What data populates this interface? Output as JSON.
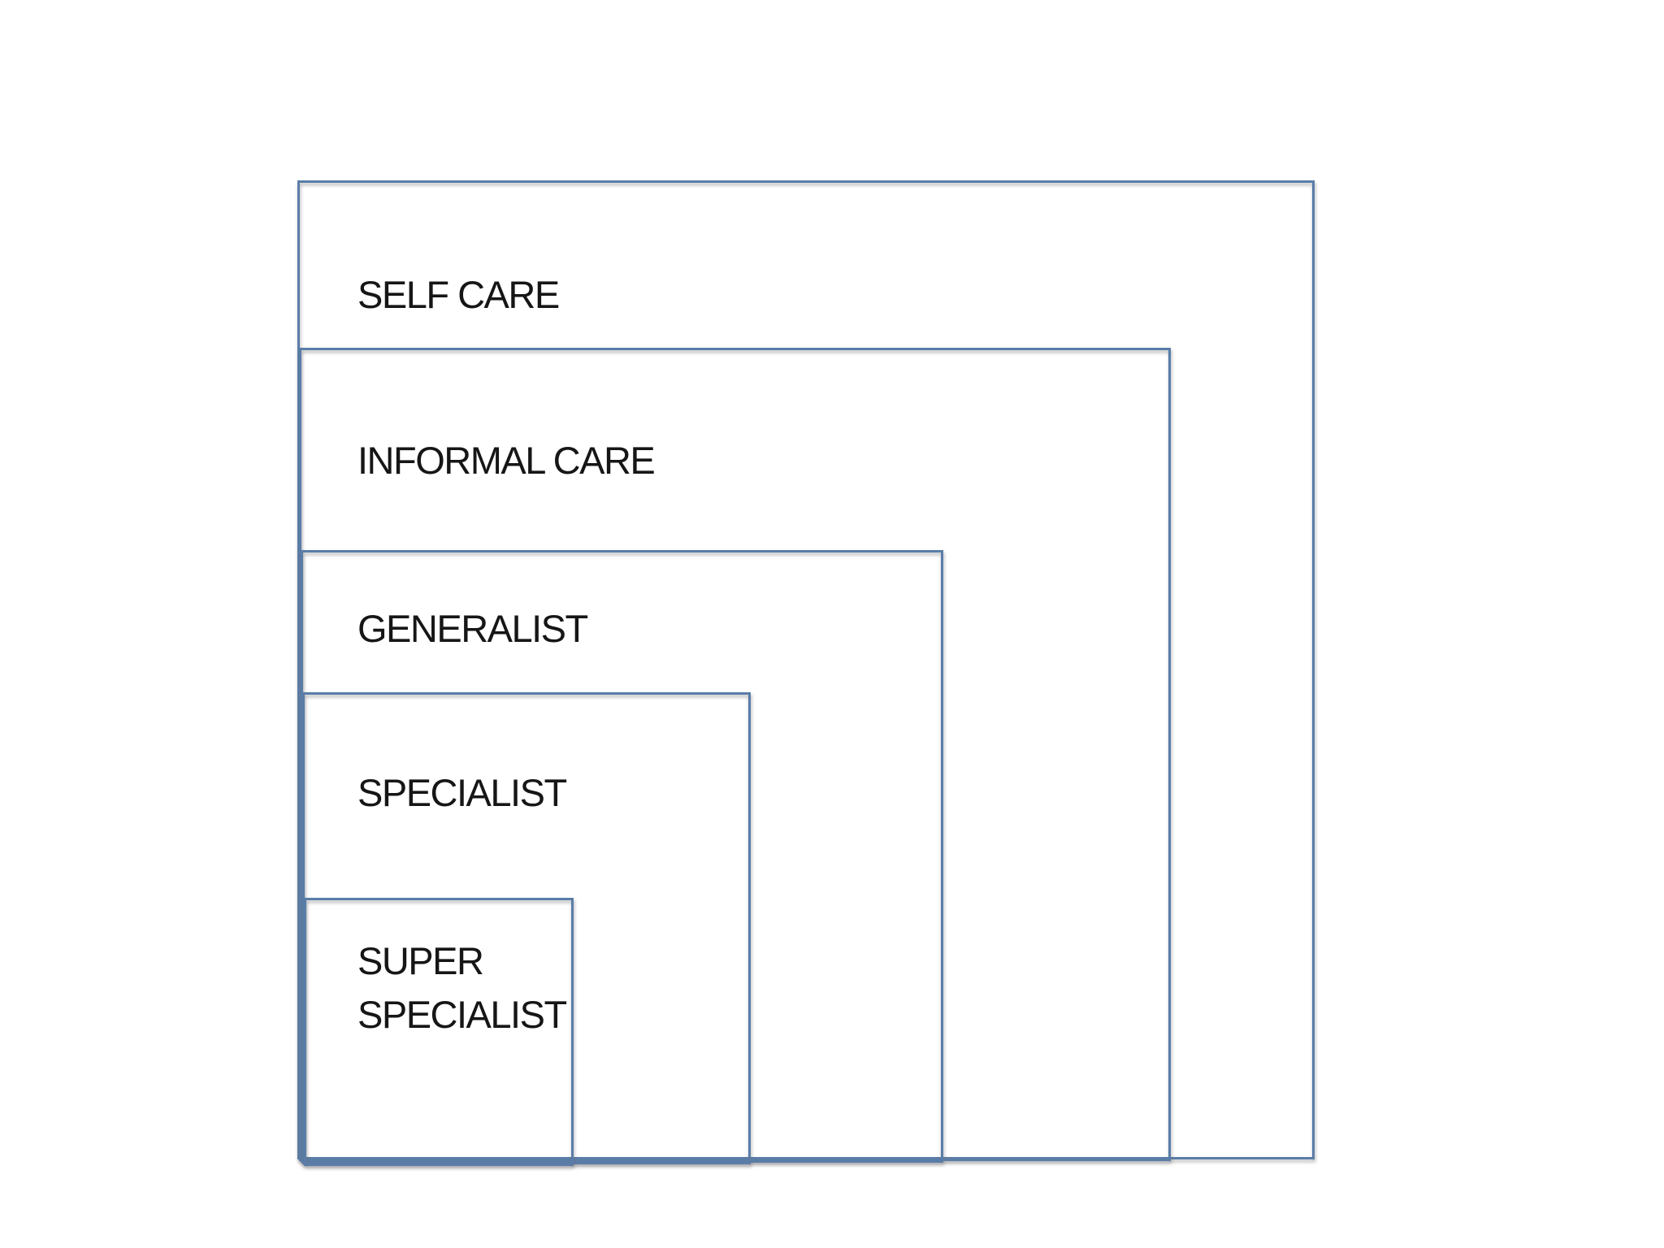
{
  "diagram": {
    "description": "Nested-rectangles diagram of levels of care",
    "levels": [
      {
        "label": "SELF CARE"
      },
      {
        "label": "INFORMAL CARE"
      },
      {
        "label": "GENERALIST"
      },
      {
        "label": "SPECIALIST"
      },
      {
        "label": "SUPER SPECIALIST"
      }
    ],
    "colors": {
      "box_border": "#5a7da8",
      "box_shadow": "#b8b8bc",
      "label_text": "#161616",
      "background": "#ffffff"
    }
  }
}
